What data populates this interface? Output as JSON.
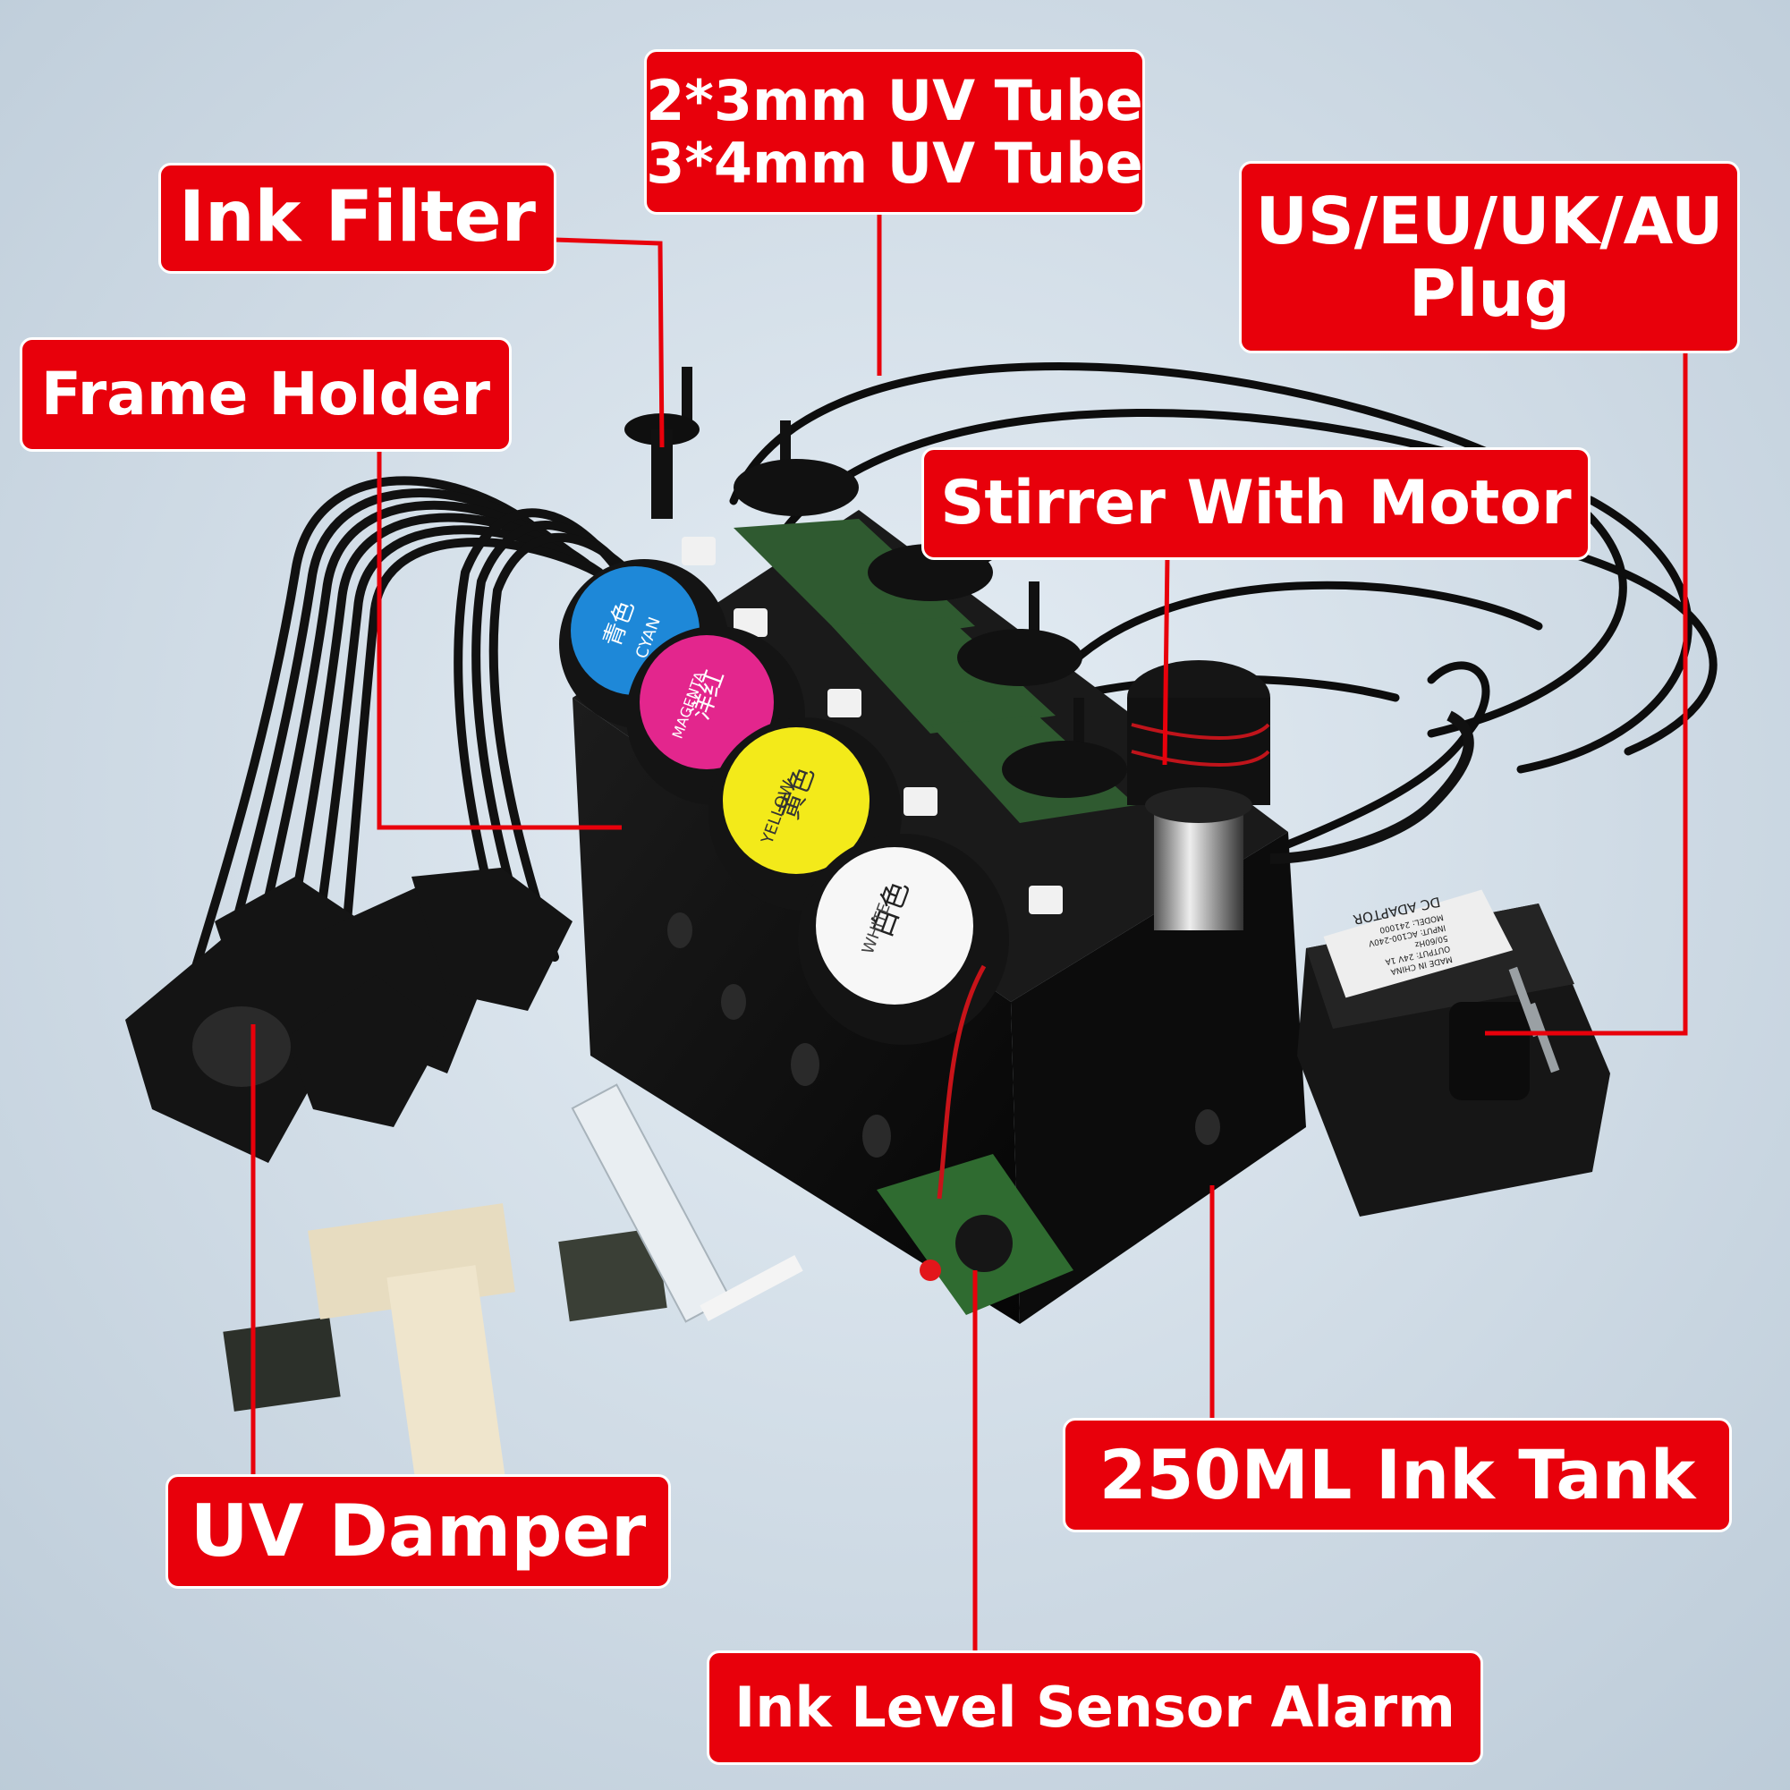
{
  "colors": {
    "background": "#cfdbe6",
    "label_fill": "#e8000b",
    "label_text": "#ffffff",
    "leader_line": "#e8000b",
    "tank_body": "#111111",
    "cyan": "#1e88d8",
    "magenta": "#e3268d",
    "yellow": "#f3ea1a",
    "white": "#ffffff"
  },
  "labels": {
    "ink_filter": "Ink Filter",
    "uv_tube_line1": "2*3mm UV Tube",
    "uv_tube_line2": "3*4mm UV Tube",
    "plug_line1": "US/EU/UK/AU",
    "plug_line2": "Plug",
    "frame_holder": "Frame Holder",
    "stirrer": "Stirrer With Motor",
    "uv_damper": "UV Damper",
    "ink_tank": "250ML Ink Tank",
    "sensor_alarm": "Ink Level Sensor Alarm"
  },
  "bottle_caps": {
    "cyan_cn": "青色",
    "cyan_en": "CYAN",
    "magenta_cn": "洋红",
    "magenta_en": "MAGENTA",
    "yellow_cn": "黄色",
    "yellow_en": "YELLOW",
    "white_cn": "白色",
    "white_en": "WHITE"
  },
  "adapter_text": {
    "title": "DC ADAPTOR",
    "line1": "MODEL: 241000",
    "line2": "INPUT: AC100-240V",
    "line3": "50/60Hz",
    "line4": "OUTPUT: 24V 1A",
    "line5": "MADE IN CHINA"
  }
}
